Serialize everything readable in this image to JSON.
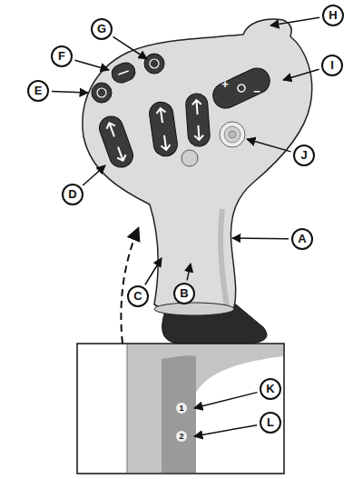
{
  "diagram": {
    "labels": [
      "G",
      "F",
      "E",
      "H",
      "I",
      "D",
      "C",
      "B",
      "J",
      "A",
      "K",
      "L",
      "+",
      "−",
      "1",
      "2"
    ]
  }
}
